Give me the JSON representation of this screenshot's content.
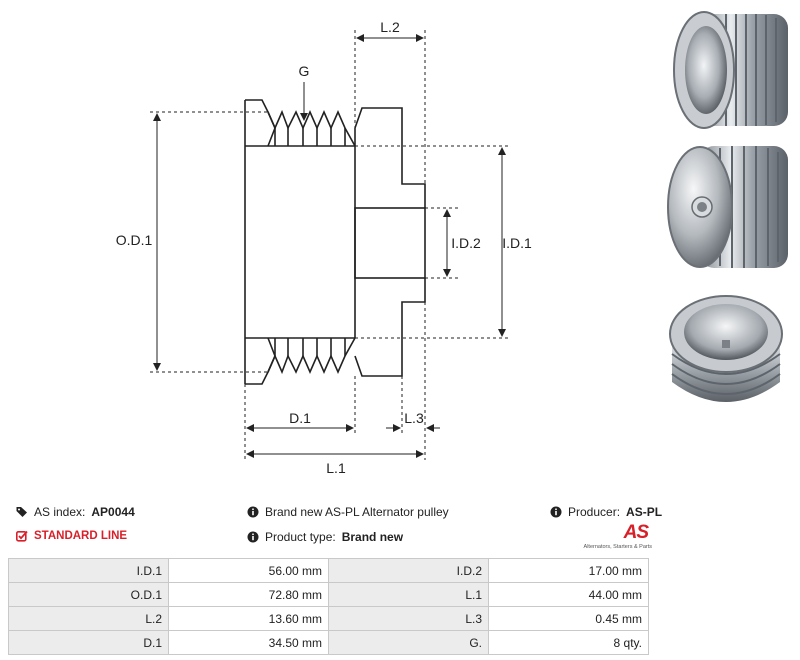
{
  "drawing": {
    "labels": {
      "g": "G",
      "l2": "L.2",
      "od1": "O.D.1",
      "id2": "I.D.2",
      "id1": "I.D.1",
      "d1": "D.1",
      "l3": "L.3",
      "l1": "L.1"
    }
  },
  "info": {
    "as_index_label": "AS index:",
    "as_index_value": "AP0044",
    "line": "STANDARD LINE",
    "description": "Brand new AS-PL Alternator pulley",
    "product_type_label": "Product type:",
    "product_type_value": "Brand new",
    "producer_label": "Producer:",
    "producer_value": "AS-PL"
  },
  "logo": {
    "mark": "AS",
    "tagline": "Alternators, Starters & Parts"
  },
  "colors": {
    "accent": "#d8202a",
    "key_cell": "#ececec",
    "border": "#c9c9c9"
  },
  "icons": {
    "as_index": "tags-icon",
    "line": "checkbox-icon",
    "description": "info-icon",
    "product_type": "info-icon",
    "producer": "info-icon"
  },
  "params": [
    {
      "k1": "I.D.1",
      "v1": "56.00 mm",
      "k2": "I.D.2",
      "v2": "17.00 mm"
    },
    {
      "k1": "O.D.1",
      "v1": "72.80 mm",
      "k2": "L.1",
      "v2": "44.00 mm"
    },
    {
      "k1": "L.2",
      "v1": "13.60 mm",
      "k2": "L.3",
      "v2": "0.45 mm"
    },
    {
      "k1": "D.1",
      "v1": "34.50 mm",
      "k2": "G.",
      "v2": "8 qty."
    }
  ]
}
